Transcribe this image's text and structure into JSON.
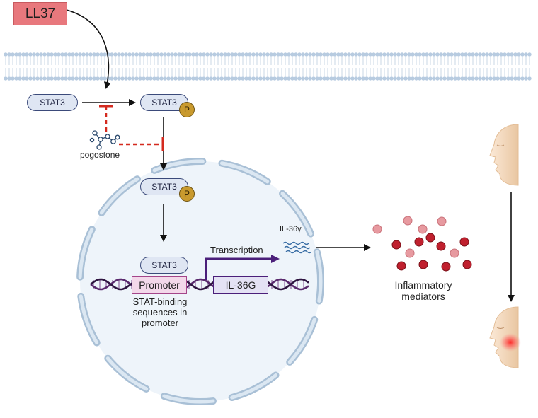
{
  "ll37": {
    "label": "LL37"
  },
  "stat3": {
    "label": "STAT3",
    "phospho": "P"
  },
  "inhibitor": {
    "label": "pogostone"
  },
  "promoter": {
    "label": "Promoter",
    "caption": "STAT-binding\nsequences in\npromoter"
  },
  "gene": {
    "label": "IL-36G"
  },
  "transcription": {
    "label": "Transcription"
  },
  "mrna": {
    "label": "IL-36γ"
  },
  "mediators": {
    "label": "Inflammatory\nmediators"
  },
  "colors": {
    "ll37_fill": "#e8787d",
    "inhibition": "#d42a1f",
    "membrane": "#b7cbe0",
    "nucleus_fill": "#eef4fa",
    "promoter_fill": "#f3d8ea",
    "gene_fill": "#e4e2f4",
    "dna": "#5a2a6e",
    "arrow_transcription": "#4b1f7a",
    "mediator_dark": "#c0202e",
    "mediator_light": "#e79aa0",
    "skin": "#f3d8bd",
    "redness": "#ff3030"
  }
}
